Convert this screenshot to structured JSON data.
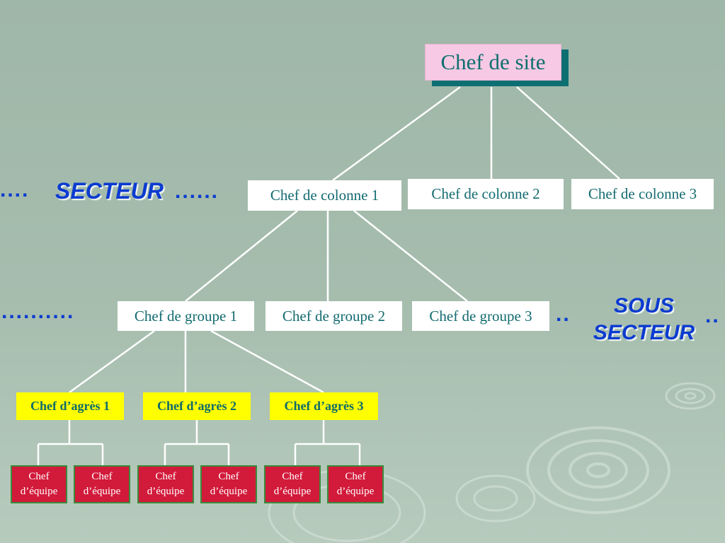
{
  "root": {
    "label": "Chef de site"
  },
  "colonnes": [
    {
      "label": "Chef de colonne 1"
    },
    {
      "label": "Chef de colonne 2"
    },
    {
      "label": "Chef de colonne 3"
    }
  ],
  "groupes": [
    {
      "label": "Chef de groupe 1"
    },
    {
      "label": "Chef de groupe 2"
    },
    {
      "label": "Chef de groupe 3"
    }
  ],
  "agres": [
    {
      "label": "Chef d’agrès 1"
    },
    {
      "label": "Chef d’agrès 2"
    },
    {
      "label": "Chef d’agrès 3"
    }
  ],
  "equipes": [
    {
      "label": "Chef d’équipe"
    },
    {
      "label": "Chef d’équipe"
    },
    {
      "label": "Chef d’équipe"
    },
    {
      "label": "Chef d’équipe"
    },
    {
      "label": "Chef d’équipe"
    },
    {
      "label": "Chef d’équipe"
    }
  ],
  "levels": {
    "secteur": "SECTEUR",
    "sous_secteur_1": "SOUS",
    "sous_secteur_2": "SECTEUR"
  },
  "colors": {
    "connector": "#ffffff",
    "root_fill": "#f7c9e4",
    "root_shadow": "#0e6f73",
    "text_teal": "#136b70",
    "agres_fill": "#ffff00",
    "equipe_fill": "#d21a3a",
    "level_label": "#0b3bd0"
  }
}
